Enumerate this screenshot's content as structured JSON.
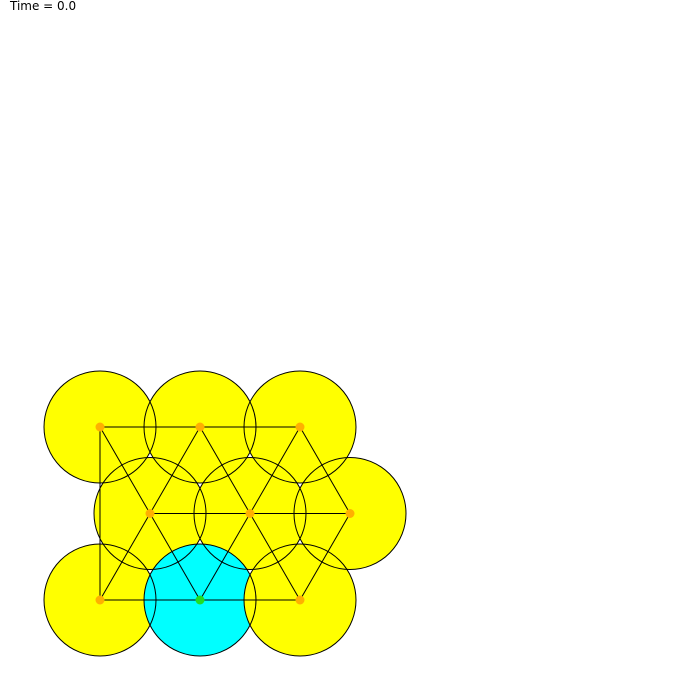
{
  "status": {
    "time_text": "Time = 0.0"
  },
  "colors": {
    "background": "#ffffff",
    "particle_fill": "#ffff00",
    "highlight_fill": "#00ffff",
    "outline": "#000000",
    "bond": "#000000",
    "node": "#ffb000",
    "highlight_node": "#22dd22"
  },
  "particles": [
    {
      "row": 0,
      "col": 0,
      "highlighted": false
    },
    {
      "row": 0,
      "col": 2,
      "highlighted": false
    },
    {
      "row": 0,
      "col": 4,
      "highlighted": false
    },
    {
      "row": 1,
      "col": 1,
      "highlighted": false
    },
    {
      "row": 1,
      "col": 3,
      "highlighted": false
    },
    {
      "row": 1,
      "col": 5,
      "highlighted": false
    },
    {
      "row": 2,
      "col": 0,
      "highlighted": false
    },
    {
      "row": 2,
      "col": 2,
      "highlighted": true
    },
    {
      "row": 2,
      "col": 4,
      "highlighted": false
    }
  ],
  "bonds": [
    [
      0,
      1
    ],
    [
      1,
      2
    ],
    [
      3,
      4
    ],
    [
      4,
      5
    ],
    [
      6,
      7
    ],
    [
      7,
      8
    ],
    [
      0,
      6
    ],
    [
      0,
      3
    ],
    [
      1,
      3
    ],
    [
      1,
      4
    ],
    [
      2,
      4
    ],
    [
      2,
      5
    ],
    [
      3,
      6
    ],
    [
      3,
      7
    ],
    [
      4,
      7
    ],
    [
      4,
      8
    ],
    [
      5,
      8
    ]
  ]
}
